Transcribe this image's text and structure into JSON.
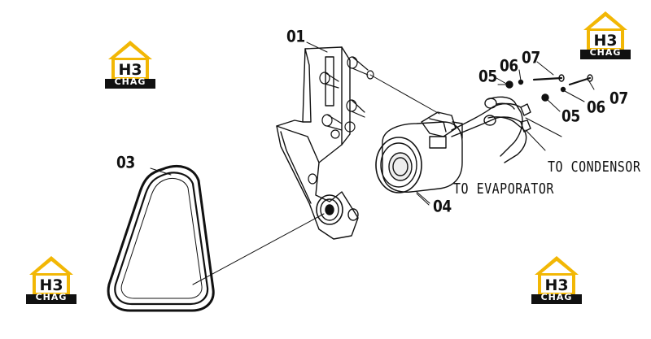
{
  "callouts": {
    "c01": "01",
    "c03": "03",
    "c04": "04",
    "c05a": "05",
    "c05b": "05",
    "c06a": "06",
    "c06b": "06",
    "c07a": "07",
    "c07b": "07"
  },
  "notes": {
    "to_condensor": "TO CONDENSOR",
    "to_evaporator": "TO EVAPORATOR"
  },
  "watermark": {
    "brand_mark": "H3",
    "brand_text": "CHAG",
    "colors": {
      "roof": "#f2b705",
      "box": "#111111",
      "frame": "#f2b705"
    }
  }
}
